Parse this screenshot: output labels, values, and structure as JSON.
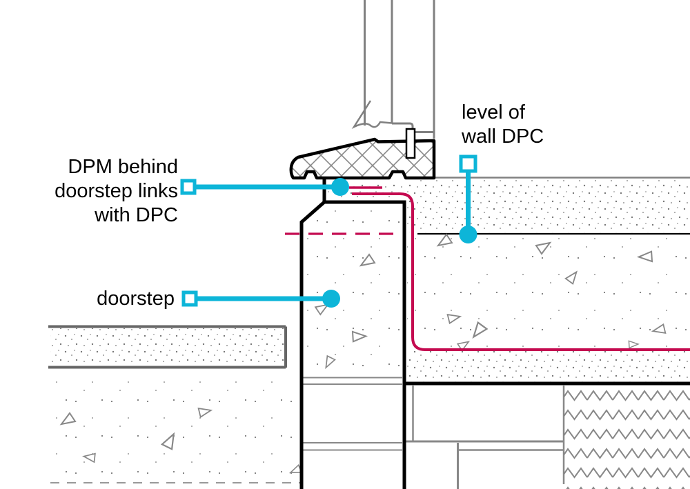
{
  "colors": {
    "accent": "#0db5d8",
    "dpm": "#c40a50",
    "linework_gray": "#808080",
    "border_gray": "#666666",
    "black": "#000000"
  },
  "annotations": {
    "dpm_link": {
      "lines": [
        "DPM behind",
        "doorstep links",
        "with DPC"
      ]
    },
    "doorstep": {
      "label": "doorstep"
    },
    "wall_dpc": {
      "lines": [
        "level of",
        "wall DPC"
      ]
    }
  }
}
